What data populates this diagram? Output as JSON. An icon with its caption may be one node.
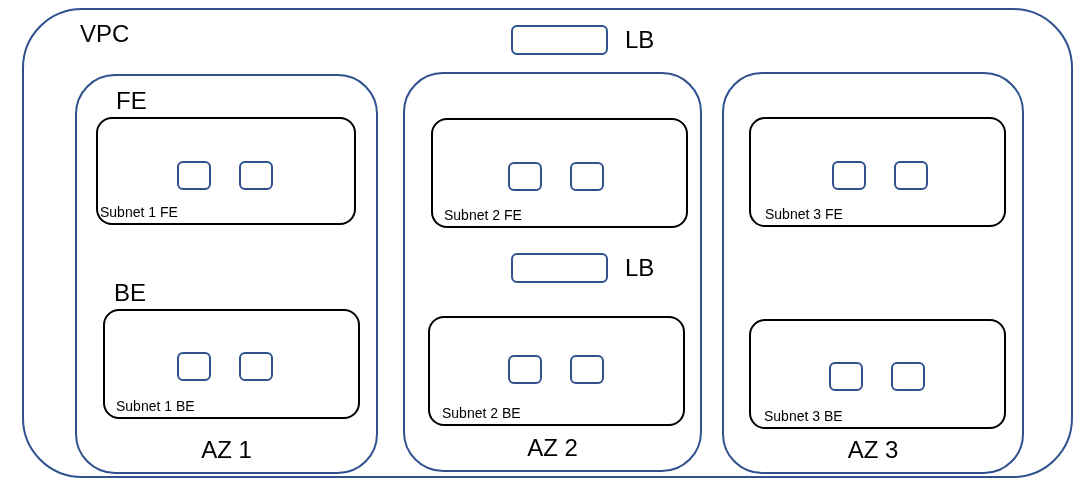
{
  "diagram": {
    "nodes": [
      {
        "text": [
          "VPC"
        ]
      },
      {
        "text": [
          "LB"
        ],
        "in": 0
      },
      {
        "text": [
          "AZ 1"
        ],
        "in": 0
      },
      {
        "text": [
          "FE",
          "Subnet 1 FE"
        ],
        "in": 2
      },
      {
        "text": [],
        "shape": "box",
        "in": 3
      },
      {
        "text": [],
        "shape": "box",
        "in": 3
      },
      {
        "text": [
          "BE",
          "Subnet 1 BE"
        ],
        "in": 2
      },
      {
        "text": [],
        "shape": "box",
        "in": 6
      },
      {
        "text": [],
        "shape": "box",
        "in": 6
      },
      {
        "text": [
          "AZ 2"
        ],
        "in": 0
      },
      {
        "text": [
          "Subnet 2 FE"
        ],
        "in": 9
      },
      {
        "text": [],
        "shape": "box",
        "in": 10
      },
      {
        "text": [],
        "shape": "box",
        "in": 10
      },
      {
        "text": [
          "LB"
        ],
        "in": 9
      },
      {
        "text": [
          "Subnet 2 BE"
        ],
        "in": 9
      },
      {
        "text": [],
        "shape": "box",
        "in": 14
      },
      {
        "text": [],
        "shape": "box",
        "in": 14
      },
      {
        "text": [
          "AZ 3"
        ],
        "in": 0
      },
      {
        "text": [
          "Subnet 3 FE"
        ],
        "in": 17
      },
      {
        "text": [],
        "shape": "box",
        "in": 18
      },
      {
        "text": [],
        "shape": "box",
        "in": 18
      },
      {
        "text": [
          "Subnet 3 BE"
        ],
        "in": 17
      },
      {
        "text": [],
        "shape": "box",
        "in": 21
      },
      {
        "text": [],
        "shape": "box",
        "in": 21
      }
    ]
  }
}
